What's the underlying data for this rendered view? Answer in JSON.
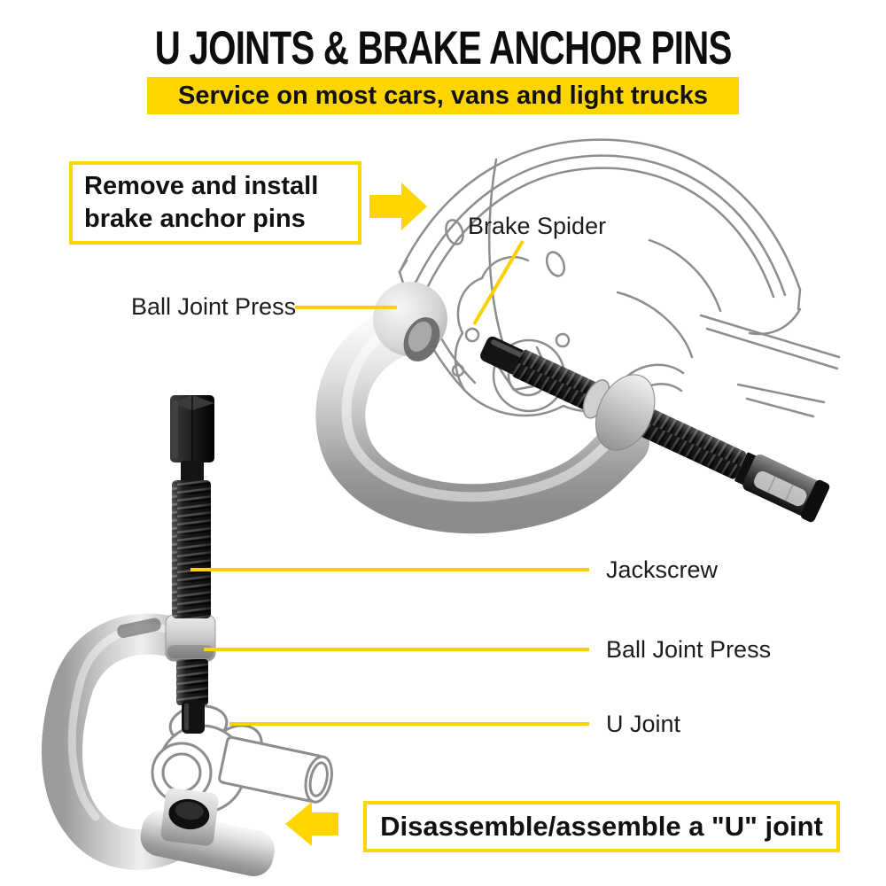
{
  "title": "U JOINTS & BRAKE ANCHOR PINS",
  "subtitle": "Service on most cars, vans and light trucks",
  "callouts": {
    "top": {
      "lines": [
        "Remove and install",
        "brake anchor pins"
      ]
    },
    "bottom": {
      "text": "Disassemble/assemble a \"U\" joint"
    }
  },
  "labels": {
    "brake_spider": "Brake Spider",
    "ball_joint_press_top": "Ball Joint Press",
    "jackscrew": "Jackscrew",
    "ball_joint_press_bottom": "Ball Joint Press",
    "u_joint": "U Joint"
  },
  "icons": {
    "arrow_right": "solid right-pointing arrow",
    "arrow_left": "solid left-pointing arrow"
  },
  "colors": {
    "accent_yellow": "#FFD500",
    "leader_line_yellow": "#FFD000",
    "text_black": "#111111",
    "line_art_gray": "#8D8D8D",
    "metal_silver": "#C0C0C0",
    "screw_black": "#151515"
  }
}
